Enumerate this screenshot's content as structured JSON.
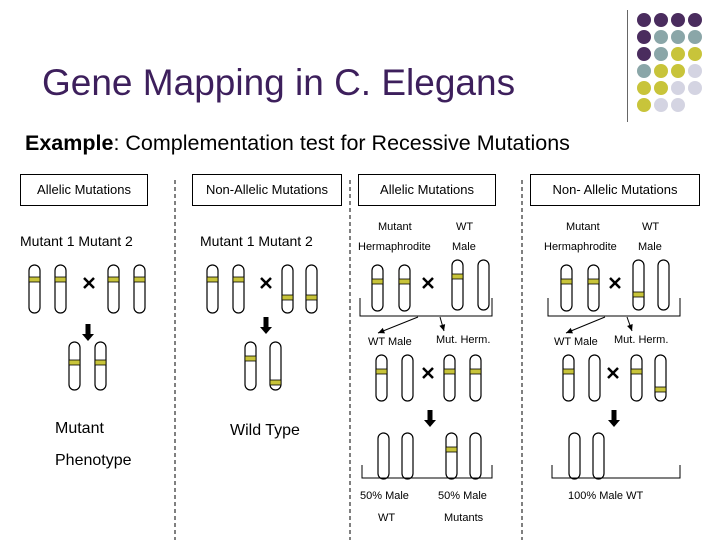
{
  "slide": {
    "title": "Gene Mapping in C. Elegans",
    "subtitle_bold": "Example",
    "subtitle_rest": ": Complementation test for Recessive Mutations"
  },
  "columns": {
    "col1": {
      "header": "Allelic Mutations",
      "parents": "Mutant 1   Mutant 2",
      "result_line1": "Mutant",
      "result_line2": "Phenotype"
    },
    "col2": {
      "header": "Non-Allelic Mutations",
      "parents": "Mutant 1   Mutant 2",
      "result": "Wild Type"
    },
    "col3": {
      "header": "Allelic Mutations",
      "label_mutant": "Mutant",
      "label_wt": "WT",
      "label_herm": "Hermaphrodite",
      "label_male": "Male",
      "label_wt_male": "WT Male",
      "label_mut_herm": "Mut. Herm.",
      "result_left_1": "50%  Male",
      "result_left_2": "WT",
      "result_right_1": "50%  Male",
      "result_right_2": "Mutants"
    },
    "col4": {
      "header": "Non- Allelic Mutations",
      "label_mutant": "Mutant",
      "label_wt": "WT",
      "label_herm": "Hermaphrodite",
      "label_male": "Male",
      "label_wt_male": "WT Male",
      "label_mut_herm": "Mut. Herm.",
      "result": "100%  Male WT"
    }
  },
  "colors": {
    "title": "#3d1f5c",
    "band": "#c8c43a",
    "dot_purple": "#4a2c5e",
    "dot_teal": "#8aa6a8",
    "dot_olive": "#c8c43a",
    "dot_light": "#d4d4e2"
  }
}
